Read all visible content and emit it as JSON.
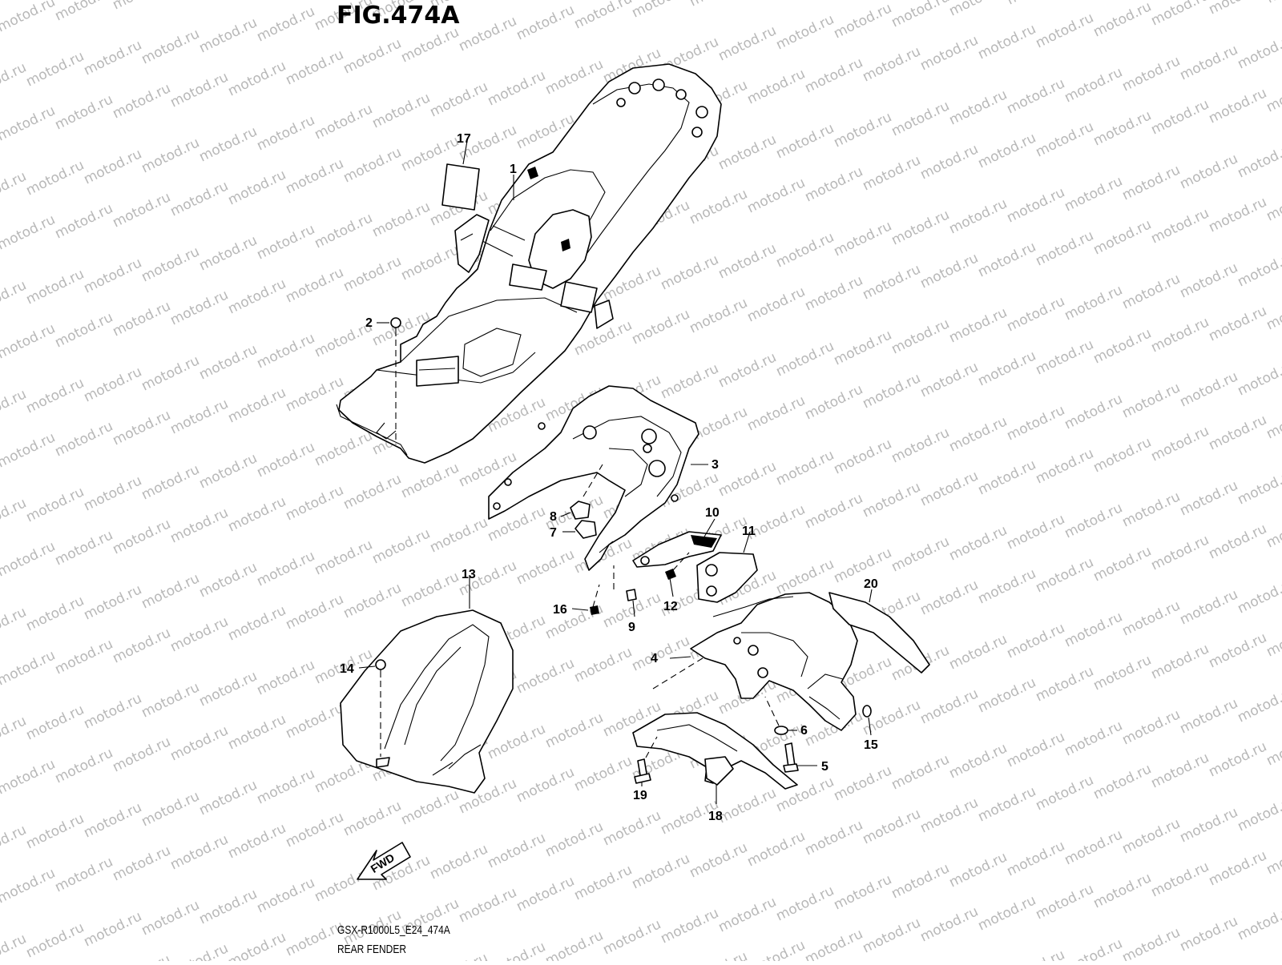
{
  "figure": {
    "title": "FIG.474A",
    "code": "GSX-R1000L5_E24_474A",
    "name": "REAR FENDER"
  },
  "watermark": {
    "text": "motod.ru"
  },
  "fwd_label": "FWD",
  "callouts": [
    {
      "id": "c1",
      "label": "1"
    },
    {
      "id": "c2",
      "label": "2"
    },
    {
      "id": "c3",
      "label": "3"
    },
    {
      "id": "c4",
      "label": "4"
    },
    {
      "id": "c5",
      "label": "5"
    },
    {
      "id": "c6",
      "label": "6"
    },
    {
      "id": "c7",
      "label": "7"
    },
    {
      "id": "c8",
      "label": "8"
    },
    {
      "id": "c9",
      "label": "9"
    },
    {
      "id": "c10",
      "label": "10"
    },
    {
      "id": "c11",
      "label": "11"
    },
    {
      "id": "c12",
      "label": "12"
    },
    {
      "id": "c13",
      "label": "13"
    },
    {
      "id": "c14",
      "label": "14"
    },
    {
      "id": "c15",
      "label": "15"
    },
    {
      "id": "c16",
      "label": "16"
    },
    {
      "id": "c17",
      "label": "17"
    },
    {
      "id": "c18",
      "label": "18"
    },
    {
      "id": "c19",
      "label": "19"
    },
    {
      "id": "c20",
      "label": "20"
    }
  ]
}
